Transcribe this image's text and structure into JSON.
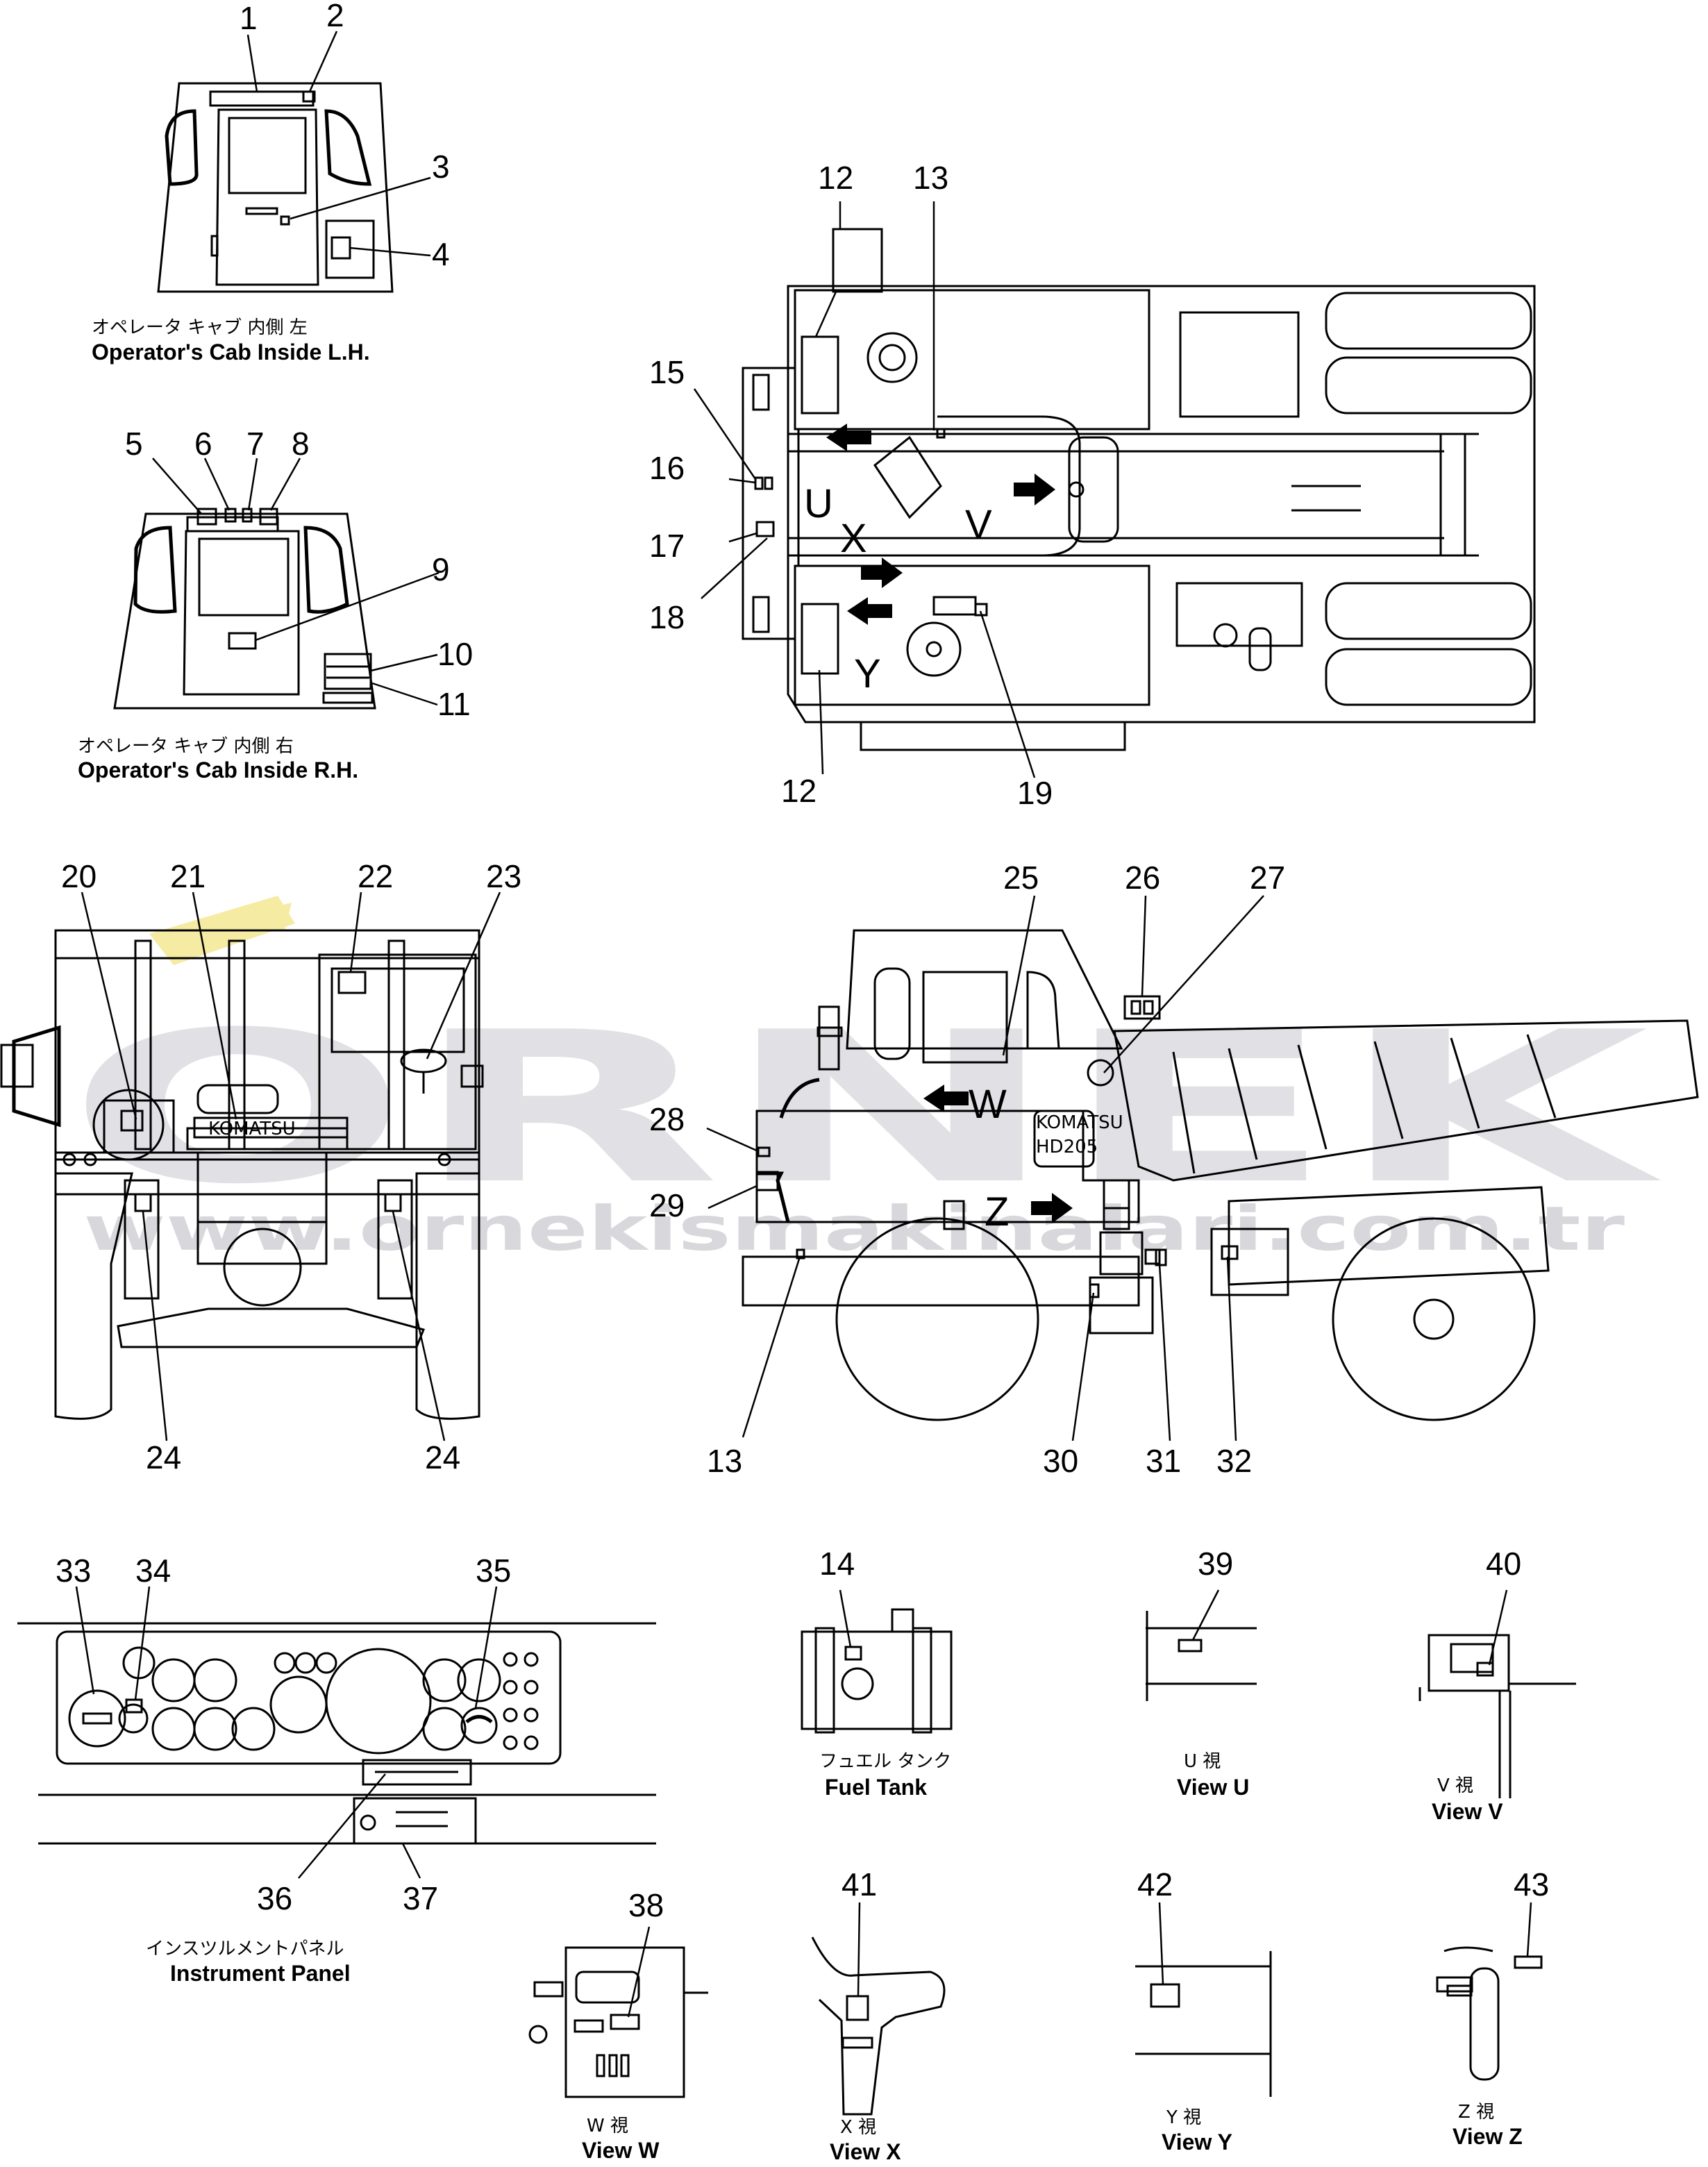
{
  "labels": {
    "n1": "1",
    "n2": "2",
    "n3": "3",
    "n4": "4",
    "n5": "5",
    "n6": "6",
    "n7": "7",
    "n8": "8",
    "n9": "9",
    "n10": "10",
    "n11": "11",
    "n12a": "12",
    "n12b": "12",
    "n13a": "13",
    "n13b": "13",
    "n14": "14",
    "n15": "15",
    "n16": "16",
    "n17": "17",
    "n18": "18",
    "n19": "19",
    "n20": "20",
    "n21": "21",
    "n22": "22",
    "n23": "23",
    "n24a": "24",
    "n24b": "24",
    "n25": "25",
    "n26": "26",
    "n27": "27",
    "n28": "28",
    "n29": "29",
    "n30": "30",
    "n31": "31",
    "n32": "32",
    "n33": "33",
    "n34": "34",
    "n35": "35",
    "n36": "36",
    "n37": "37",
    "n38": "38",
    "n39": "39",
    "n40": "40",
    "n41": "41",
    "n42": "42",
    "n43": "43"
  },
  "view_letters": {
    "u": "U",
    "v": "V",
    "x": "X",
    "y": "Y",
    "w": "W",
    "z": "Z"
  },
  "captions": {
    "cab_lh_jp": "オペレータ キャブ 内側 左",
    "cab_lh": "Operator's Cab Inside L.H.",
    "cab_rh_jp": "オペレータ キャブ 内側 右",
    "cab_rh": "Operator's Cab Inside R.H.",
    "fuel_jp": "フュエル タンク",
    "fuel": "Fuel Tank",
    "panel_jp": "インスツルメントパネル",
    "panel": "Instrument Panel",
    "view_u_jp": "U 視",
    "view_u": "View U",
    "view_v_jp": "V 視",
    "view_v": "View V",
    "view_w_jp": "W 視",
    "view_w": "View W",
    "view_x_jp": "X 視",
    "view_x": "View X",
    "view_y_jp": "Y 視",
    "view_y": "View Y",
    "view_z_jp": "Z 視",
    "view_z": "View Z"
  },
  "plates": {
    "model_plate_line1": "KOMATSU",
    "model_plate_line2": "HD205",
    "front_badge": "KOMATSU"
  },
  "watermark": {
    "big": "ORNEK",
    "url": "www.ornekismakinalari.com.tr"
  },
  "colors": {
    "ink": "#000000",
    "watermark": "#d8d8dd",
    "watermark_logo": "#f2e27a"
  }
}
